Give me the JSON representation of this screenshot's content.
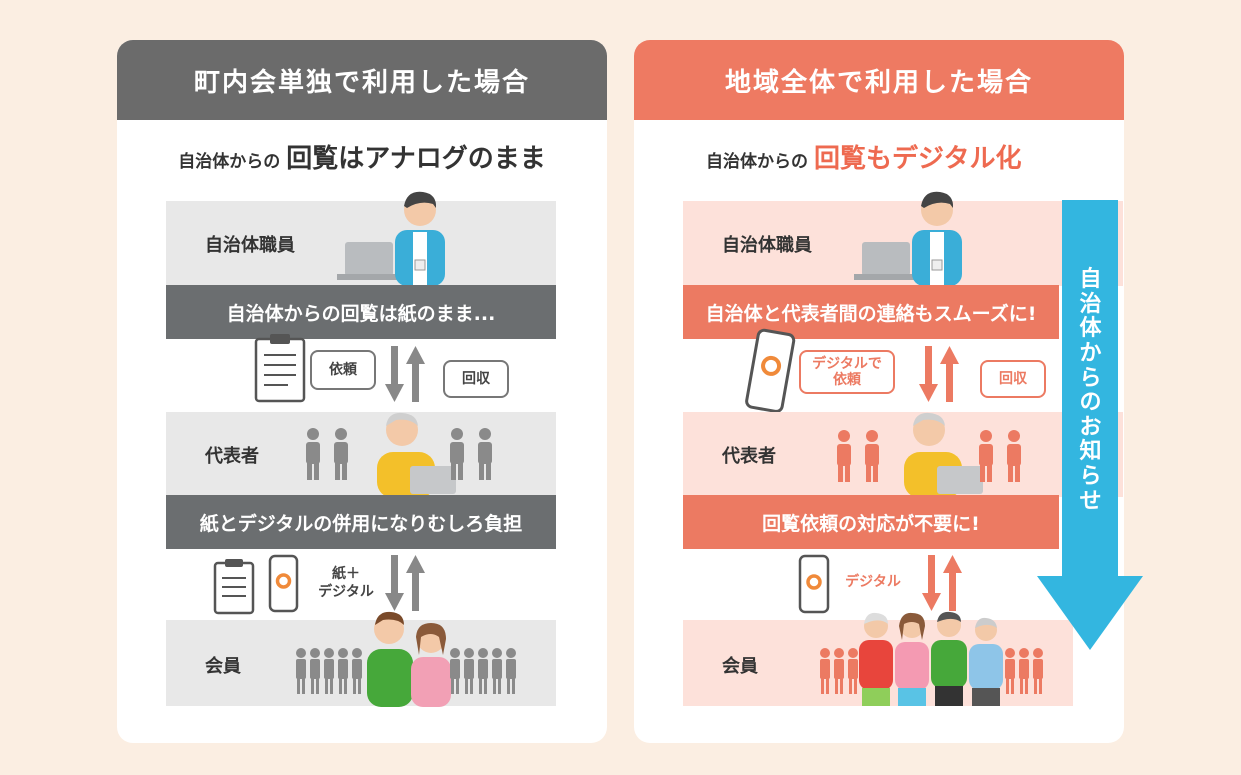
{
  "left": {
    "header": "町内会単独で利用した場合",
    "subtitle_prefix": "自治体からの",
    "subtitle_highlight": "回覧はアナログのまま",
    "band1_label": "自治体職員",
    "band1_message": "自治体からの回覧は紙のまま...",
    "flow1_request": "依頼",
    "flow1_return": "回収",
    "band2_label": "代表者",
    "band2_message": "紙とデジタルの併用になりむしろ負担",
    "flow2_label": "紙＋\nデジタル",
    "band3_label": "会員"
  },
  "right": {
    "header": "地域全体で利用した場合",
    "subtitle_prefix": "自治体からの",
    "subtitle_highlight": "回覧もデジタル化",
    "band1_label": "自治体職員",
    "band1_message": "自治体と代表者間の連絡もスムーズに!",
    "flow1_request": "デジタルで\n依頼",
    "flow1_return": "回収",
    "band2_label": "代表者",
    "band2_message": "回覧依頼の対応が不要に!",
    "flow2_label": "デジタル",
    "band3_label": "会員"
  },
  "side_arrow_text": "自治体からのお知らせ",
  "colors": {
    "background": "#fbeee2",
    "left_accent": "#6b6b6b",
    "right_accent": "#ee7a62",
    "arrow_blue": "#33b6e0"
  }
}
